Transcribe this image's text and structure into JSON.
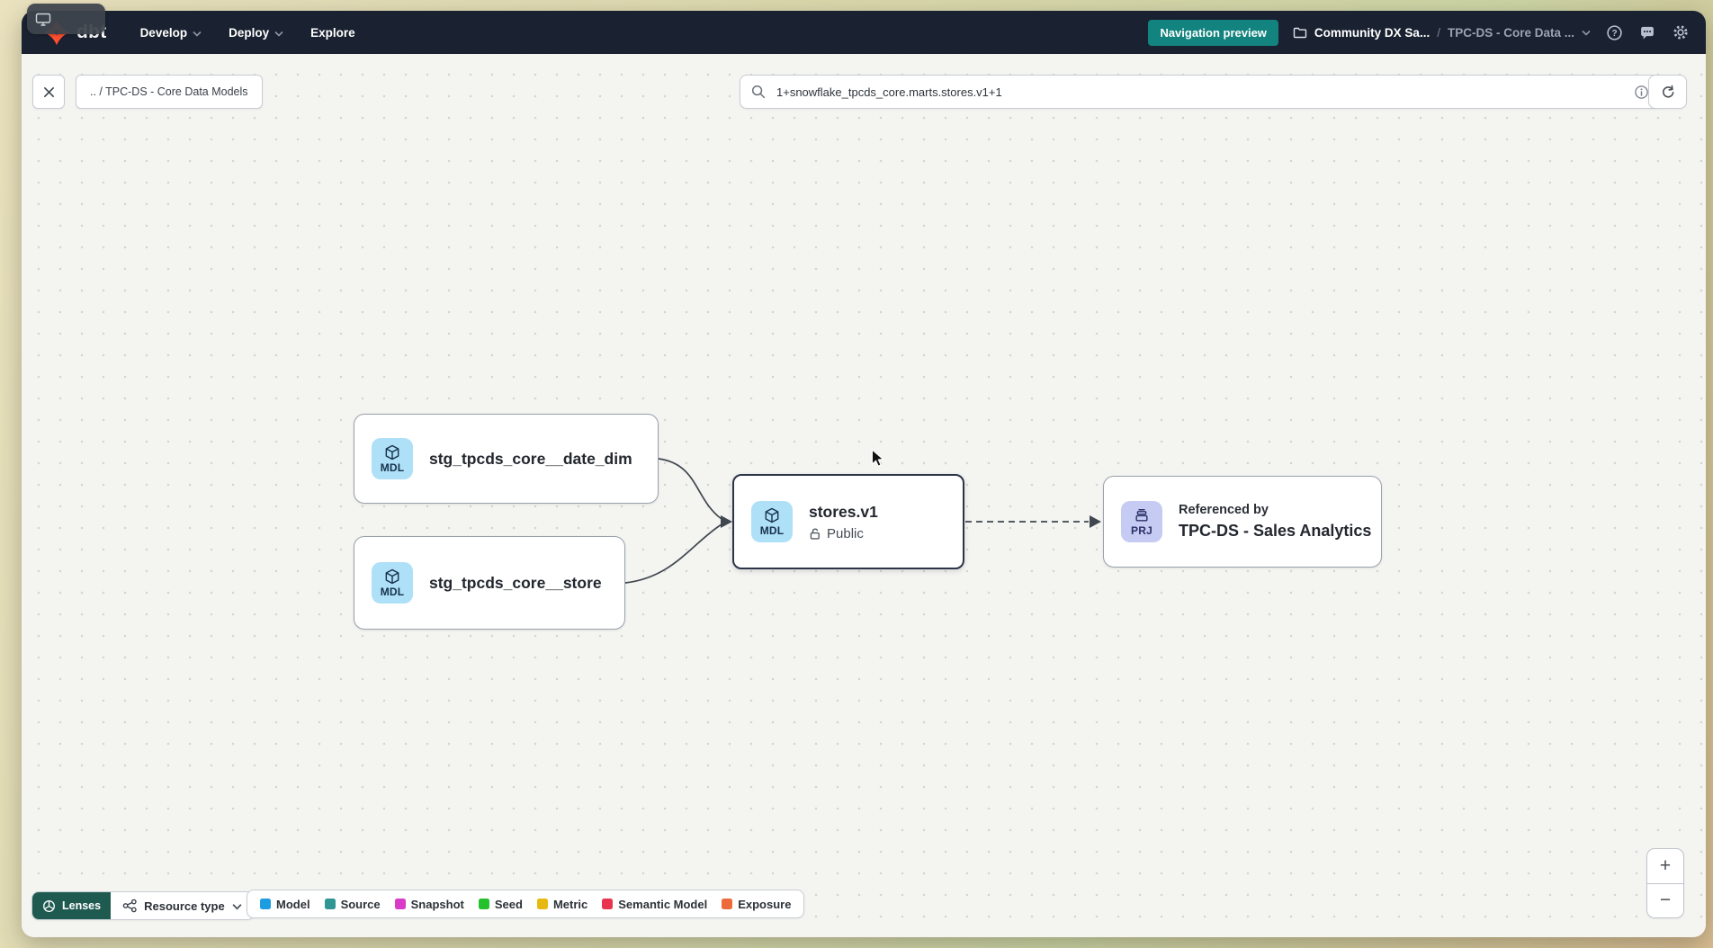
{
  "nav": {
    "logo_text": "dbt",
    "menu": [
      {
        "label": "Develop"
      },
      {
        "label": "Deploy"
      },
      {
        "label": "Explore"
      }
    ],
    "preview_badge": "Navigation preview",
    "account": "Community DX Sa...",
    "separator": "/",
    "project": "TPC-DS - Core Data ..."
  },
  "toolbar": {
    "breadcrumb": ".. / TPC-DS - Core Data Models",
    "search_value": "1+snowflake_tpcds_core.marts.stores.v1+1"
  },
  "graph": {
    "nodes": {
      "date_dim": {
        "badge": "MDL",
        "title": "stg_tpcds_core__date_dim"
      },
      "store": {
        "badge": "MDL",
        "title": "stg_tpcds_core__store"
      },
      "stores_v1": {
        "badge": "MDL",
        "title": "stores.v1",
        "access": "Public"
      },
      "sales_analytics": {
        "badge": "PRJ",
        "subtitle": "Referenced by",
        "title": "TPC-DS - Sales Analytics"
      }
    }
  },
  "footer": {
    "lenses_label": "Lenses",
    "resource_type_label": "Resource type",
    "legend": [
      {
        "label": "Model",
        "color": "#1e9ce0"
      },
      {
        "label": "Source",
        "color": "#2f9693"
      },
      {
        "label": "Snapshot",
        "color": "#d93bc8"
      },
      {
        "label": "Seed",
        "color": "#25c12d"
      },
      {
        "label": "Metric",
        "color": "#e7b90f"
      },
      {
        "label": "Semantic Model",
        "color": "#e8344f"
      },
      {
        "label": "Exposure",
        "color": "#ed6b3a"
      }
    ]
  },
  "zoom_controls": {
    "zoom_in": "+",
    "zoom_out": "−"
  },
  "colors": {
    "nav_bg": "#1a2130",
    "brand_orange": "#ff4f2e",
    "accent_teal": "#13837f",
    "lenses_bg": "#1e5a50",
    "model_badge_bg": "#aee0f8",
    "project_badge_bg": "#c6cbf4",
    "active_node_border": "#2c3547",
    "edge": "#40474f"
  },
  "icons": {
    "logo": "dbt-pinwheel",
    "search": "magnifier",
    "info": "info-circle",
    "refresh": "circular-arrow",
    "close": "x-mark",
    "folder": "folder-outline",
    "help": "question-circle",
    "feedback": "speech-bubble-dots",
    "settings": "gear",
    "model": "cube-package",
    "project": "archive-box",
    "public": "open-padlock",
    "lenses": "lens-aperture",
    "resource_type": "share-graph"
  }
}
